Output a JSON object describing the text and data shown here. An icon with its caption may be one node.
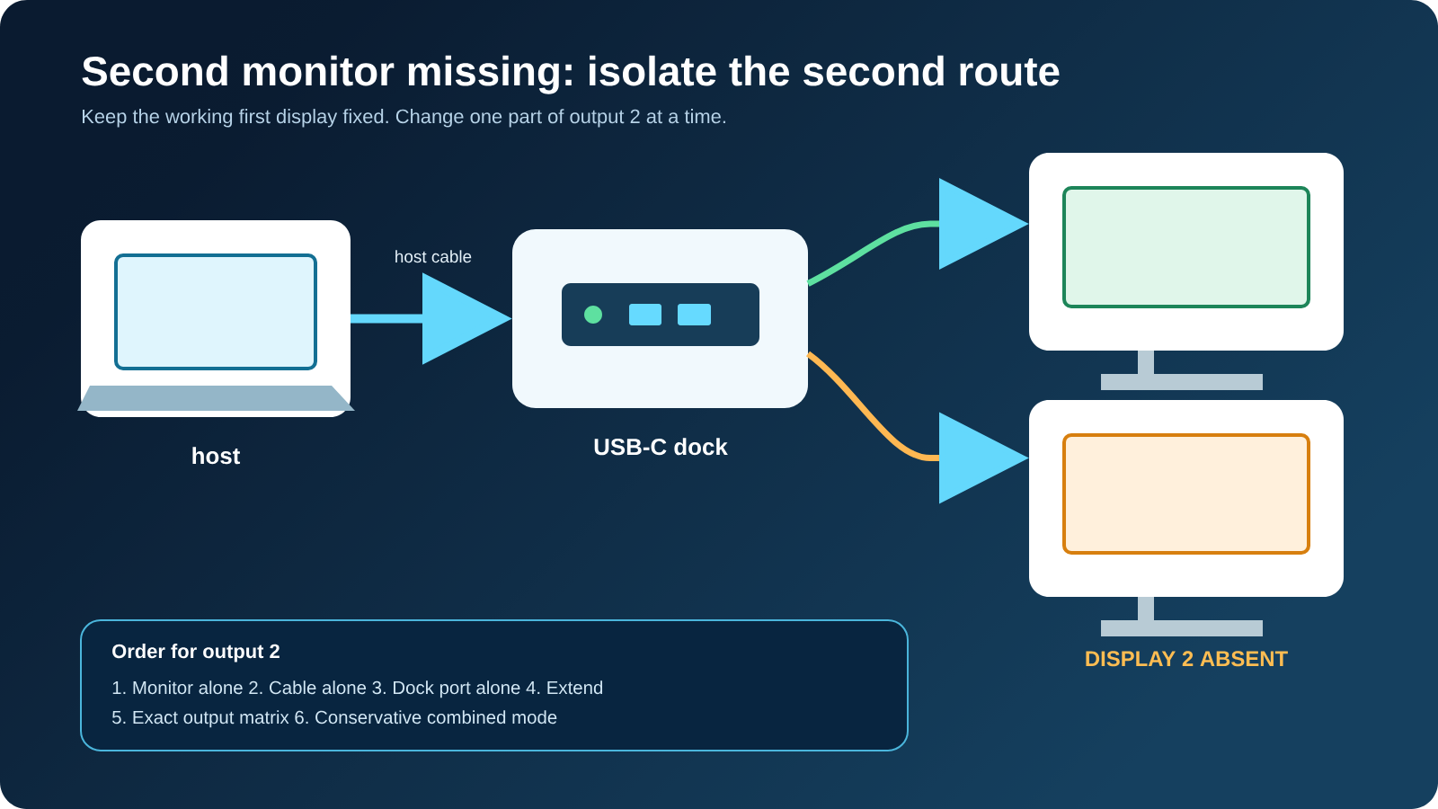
{
  "diagram": {
    "title": "Second monitor missing: isolate the second route",
    "nodes": [
      {
        "text": [
          "host"
        ]
      },
      {
        "text": [
          "USB-C dock"
        ]
      },
      {
        "text": [],
        "shape": "monitor"
      },
      {
        "text": [
          "DISPLAY 2 ABSENT"
        ]
      },
      {
        "text": [
          "Order for output 2",
          "1. Monitor alone 2. Cable alone 3. Dock port alone 4. Extend",
          "5. Exact output matrix 6. Conservative combined mode"
        ]
      }
    ],
    "edges": [
      {
        "from": 0,
        "to": 1,
        "arrow": "to",
        "label": "host cable"
      },
      {
        "from": 1,
        "to": 2,
        "arrow": "to",
        "color": "#5ee0a0"
      },
      {
        "from": 1,
        "to": 3,
        "arrow": "to",
        "color": "#ffb852"
      }
    ],
    "labels": [
      "Keep the working first display fixed. Change one part of output 2 at a time."
    ]
  }
}
